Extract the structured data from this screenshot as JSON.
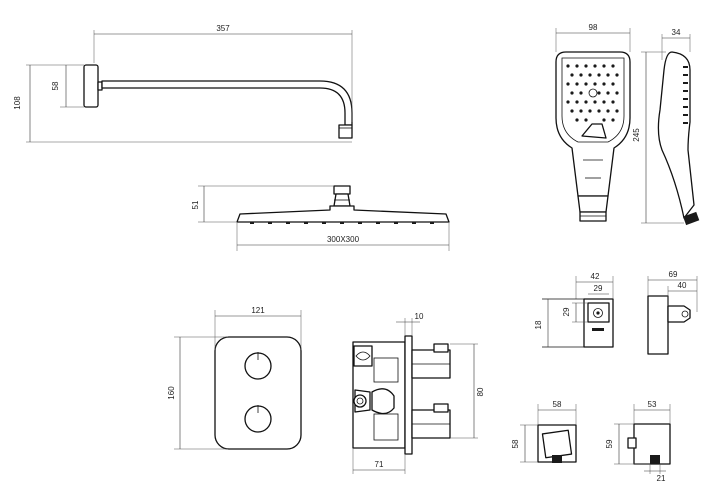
{
  "colors": {
    "line": "#111111",
    "dimension_line": "#333333",
    "background": "#ffffff"
  },
  "dimensions": {
    "shower_arm_length": "357",
    "shower_arm_drop": "108",
    "wall_flange_height": "58",
    "shower_head_height": "51",
    "shower_head_size": "300X300",
    "hand_shower_width": "98",
    "hand_shower_depth": "34",
    "hand_shower_length": "245",
    "wall_outlet_width": "42",
    "wall_outlet_inner_width": "29",
    "wall_outlet_inner_height": "29",
    "wall_outlet_height": "18",
    "holder_depth": "69",
    "holder_arm_depth": "40",
    "trim_plate_width": "121",
    "trim_plate_height": "160",
    "mixer_plate_offset": "10",
    "mixer_body_height": "80",
    "mixer_body_depth": "71",
    "elbow_width": "58",
    "elbow_height": "58",
    "elbow_side_depth": "53",
    "elbow_side_height": "59",
    "elbow_outlet_diameter": "21"
  }
}
